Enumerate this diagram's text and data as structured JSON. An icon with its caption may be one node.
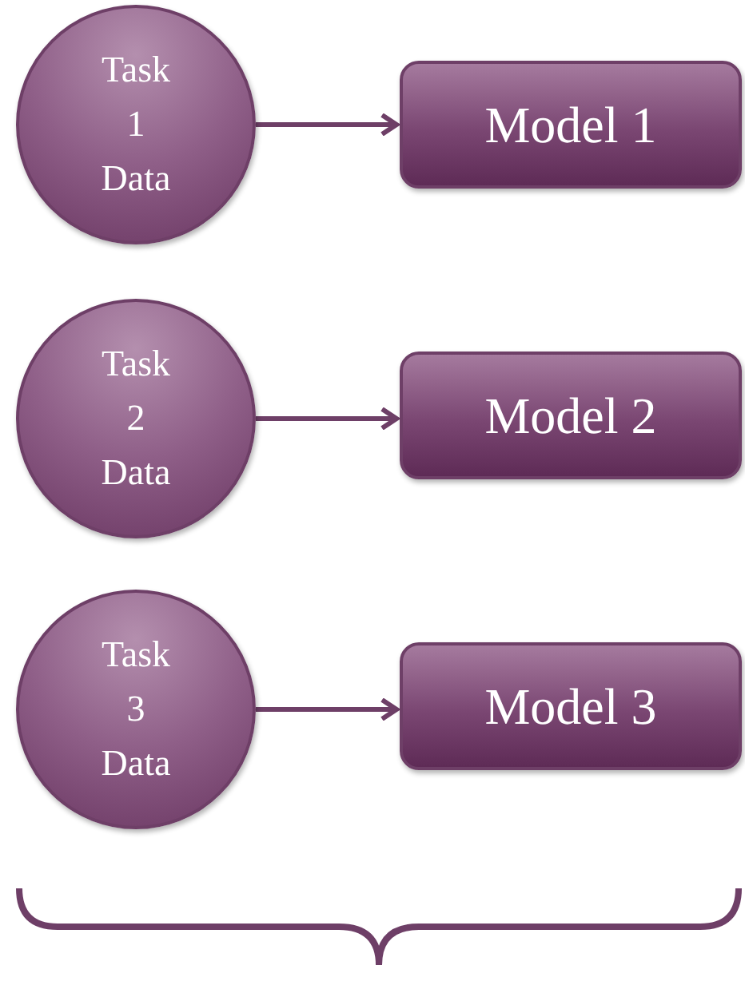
{
  "diagram": {
    "nodes": [
      {
        "text": [
          "Task 1 Data"
        ]
      },
      {
        "text": [
          "Model 1"
        ]
      },
      {
        "text": [
          "Task 2 Data"
        ]
      },
      {
        "text": [
          "Model 2"
        ]
      },
      {
        "text": [
          "Task 3 Data"
        ]
      },
      {
        "text": [
          "Model 3"
        ]
      }
    ],
    "edges": [
      {
        "from": 0,
        "to": 1,
        "arrow": "to"
      },
      {
        "from": 2,
        "to": 3,
        "arrow": "to"
      },
      {
        "from": 4,
        "to": 5,
        "arrow": "to"
      }
    ]
  }
}
